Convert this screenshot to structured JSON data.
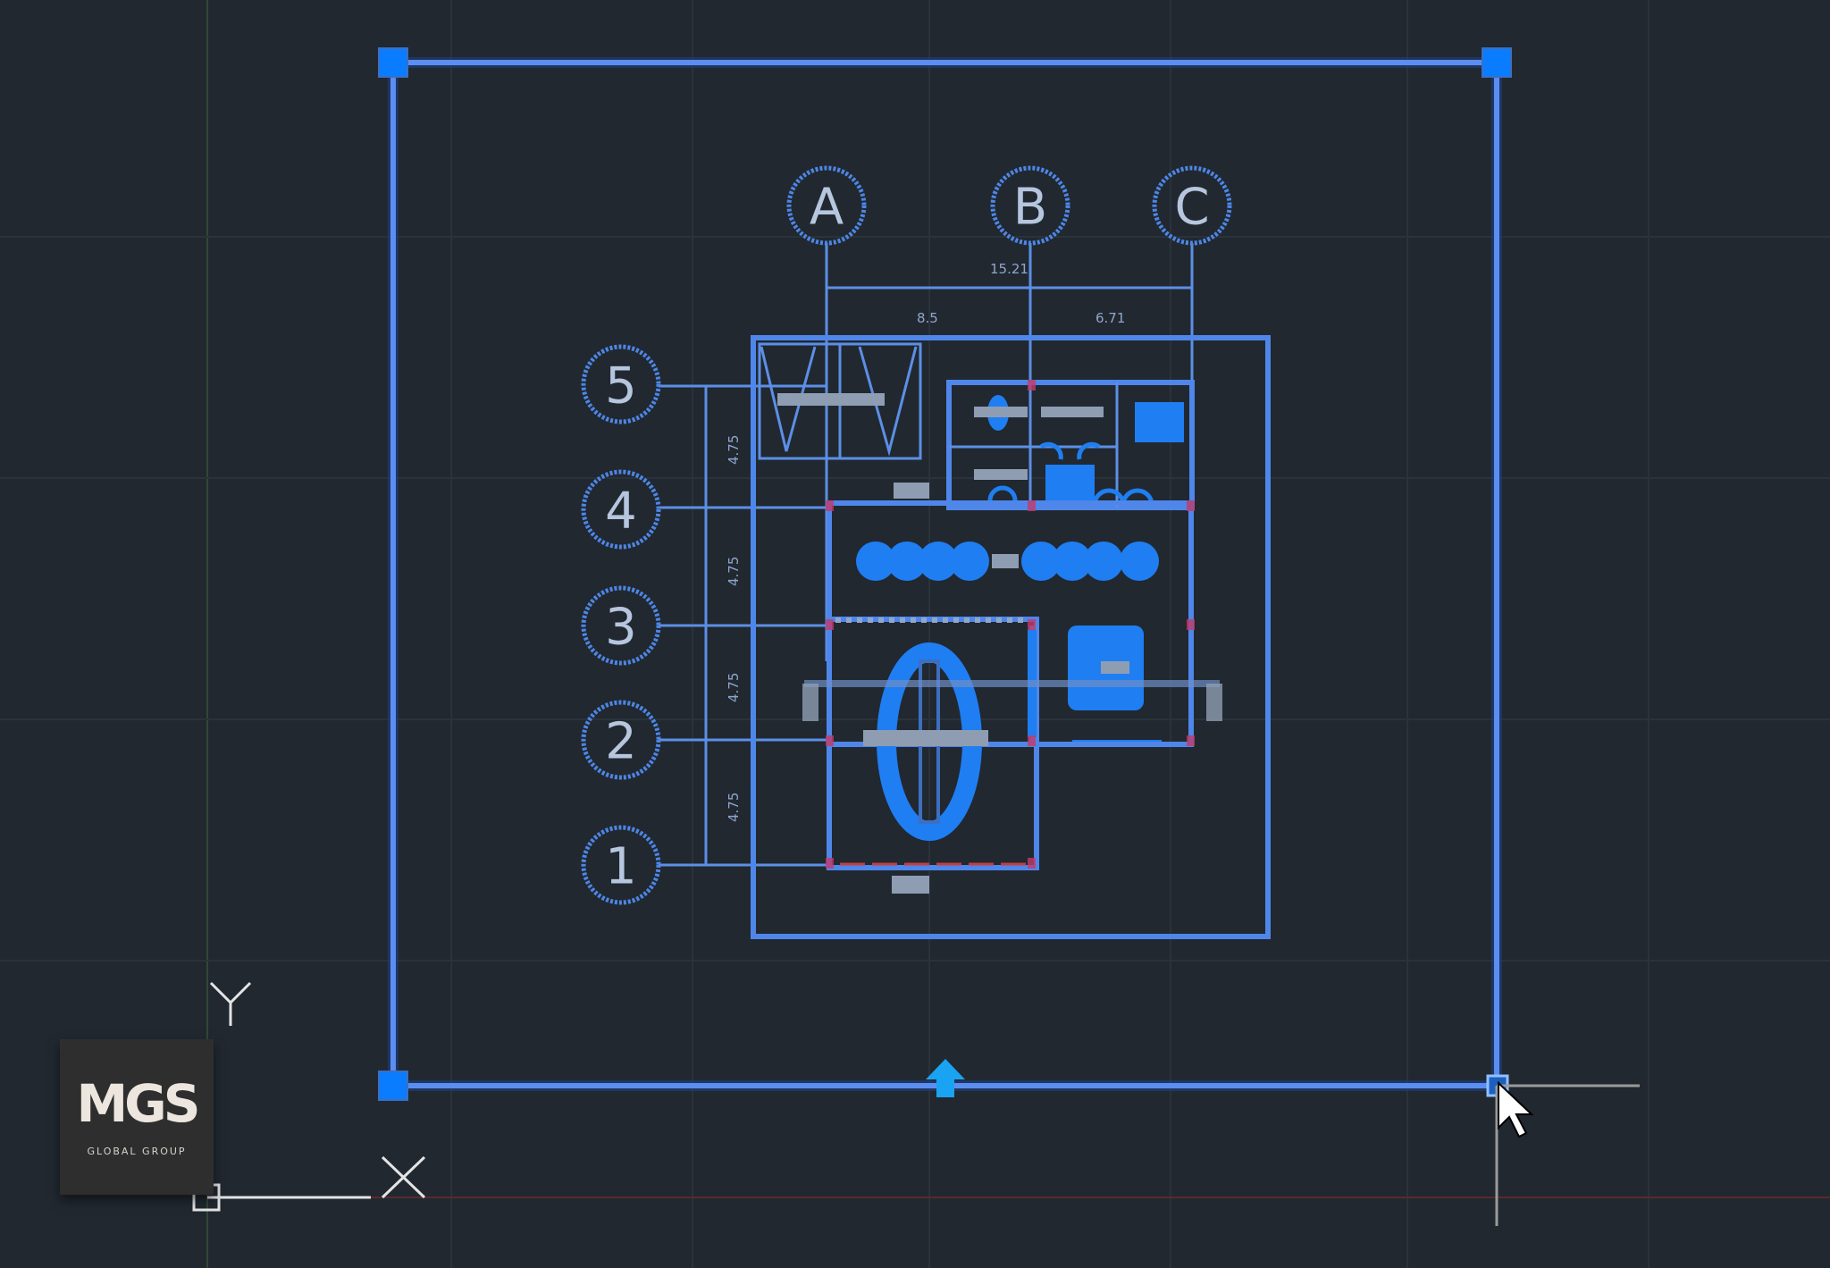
{
  "app": {
    "type": "cad-model-space",
    "background_color": "#212830",
    "selection_color": "#5b8ef0",
    "grip_color": "#0a7cff"
  },
  "drawing": {
    "column_grid": [
      {
        "label": "A"
      },
      {
        "label": "B"
      },
      {
        "label": "C"
      }
    ],
    "row_grid": [
      {
        "label": "5"
      },
      {
        "label": "4"
      },
      {
        "label": "3"
      },
      {
        "label": "2"
      },
      {
        "label": "1"
      }
    ],
    "dimensions": {
      "overall_width": "15.21",
      "bay_a_b": "8.5",
      "bay_b_c": "6.71",
      "row_spacings": [
        "4.75",
        "4.75",
        "4.75",
        "4.75"
      ]
    }
  },
  "ucs": {
    "x_label": "X",
    "y_label": "Y"
  },
  "selection": {
    "grips": [
      "top-left",
      "top-right",
      "bottom-left",
      "bottom-right"
    ],
    "hot_grip": "bottom-right",
    "flip_arrow": "up"
  },
  "logo": {
    "mark": "MGS",
    "subtitle": "GLOBAL GROUP"
  }
}
